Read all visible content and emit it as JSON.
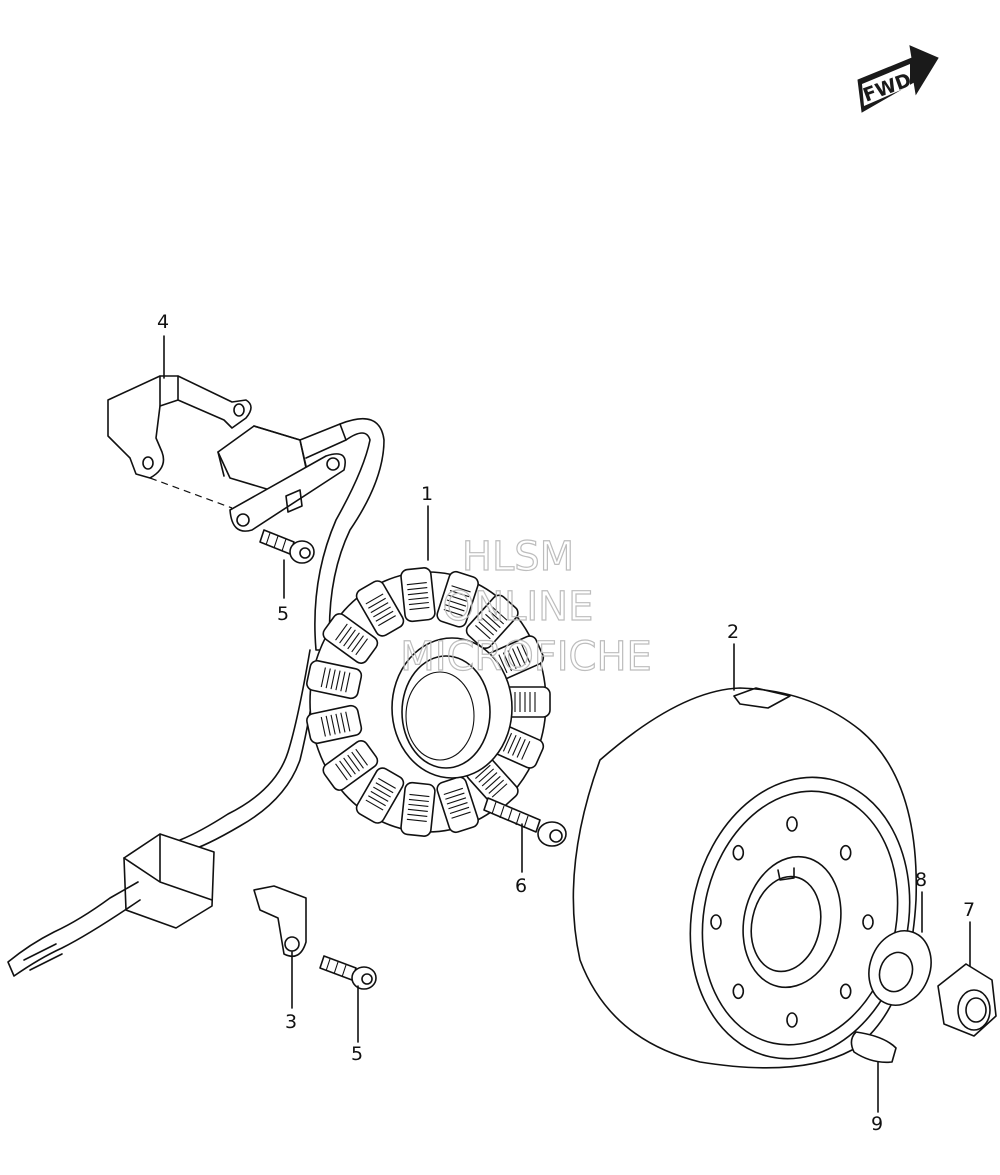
{
  "fwd_badge": {
    "label": "FWD"
  },
  "watermark": {
    "line1": "HLSM",
    "line2": "ONLINE",
    "line3": "MICROFICHE"
  },
  "callouts": [
    {
      "number": "1",
      "part": "stator"
    },
    {
      "number": "2",
      "part": "rotor"
    },
    {
      "number": "3",
      "part": "clamp"
    },
    {
      "number": "4",
      "part": "bracket"
    },
    {
      "number": "5",
      "part": "bolt"
    },
    {
      "number": "5",
      "part": "bolt"
    },
    {
      "number": "6",
      "part": "bolt"
    },
    {
      "number": "7",
      "part": "nut"
    },
    {
      "number": "8",
      "part": "washer"
    },
    {
      "number": "9",
      "part": "key"
    }
  ]
}
